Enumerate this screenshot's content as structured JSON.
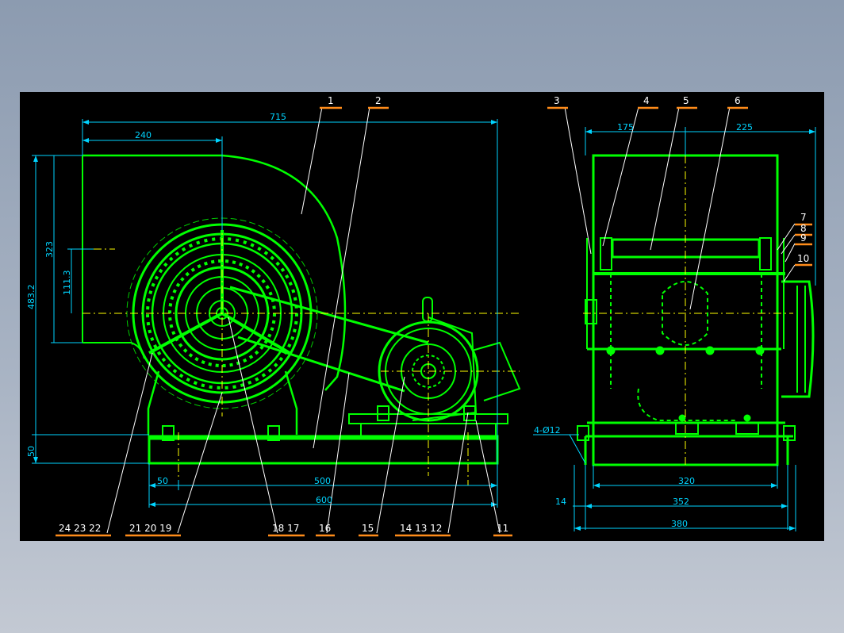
{
  "colors": {
    "background": "#000000",
    "outline": "#00ff00",
    "centerline": "#ffff00",
    "dimension": "#00d4ff",
    "leader": "#ffffff",
    "balloon": "#ff8c1a"
  },
  "dimensions": {
    "front_overall_width": "715",
    "front_center_offset": "240",
    "front_height": "483.2",
    "front_outlet_height": "323",
    "front_outlet_center": "111.3",
    "front_base_height": "50",
    "front_foot_offset": "50",
    "front_bolt_span": "500",
    "front_base_length": "600",
    "side_left_offset": "175",
    "side_right_offset": "225",
    "side_bolt_span": "320",
    "side_base_width": "352",
    "side_overall_width": "380",
    "side_foot_thickness": "14",
    "side_bolt_holes": "4-Ø12"
  },
  "part_labels": {
    "p1": "1",
    "p2": "2",
    "p3": "3",
    "p4": "4",
    "p5": "5",
    "p6": "6",
    "p7": "7",
    "p8": "8",
    "p9": "9",
    "p10": "10",
    "p11": "11",
    "group_14_13_12": "14 13 12",
    "p15": "15",
    "p16": "16",
    "group_18_17": "18 17",
    "group_21_20_19": "21 20 19",
    "group_24_23_22": "24 23 22"
  }
}
